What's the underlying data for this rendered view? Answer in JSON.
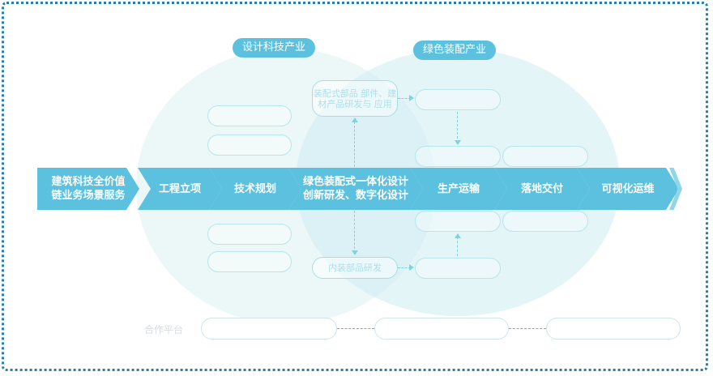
{
  "header_pills": {
    "design": "设计科技产业",
    "green": "绿色装配产业"
  },
  "flow": {
    "start": "建筑科技全价值\n链业务场景服务",
    "steps": [
      "工程立项",
      "技术规划",
      "绿色装配式一体化设计\n创新研发、数字化设计",
      "生产运输",
      "落地交付",
      "可视化运维"
    ]
  },
  "faint_boxes": {
    "top_middle": "装配式部品\n部件、建材产品研发与\n应用",
    "bottom_middle": "内装部品研发"
  },
  "bottom_row": {
    "label": "合作平台"
  }
}
